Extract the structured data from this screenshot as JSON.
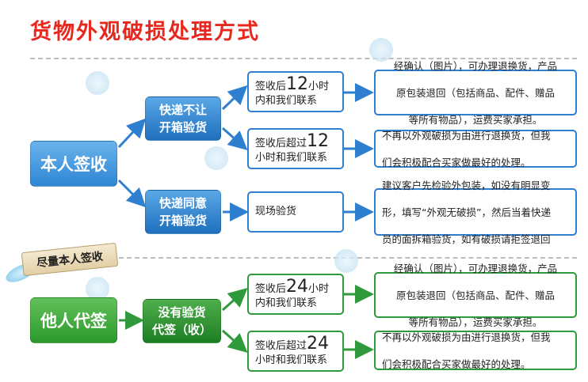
{
  "title": "货物外观破损处理方式",
  "ribbon_label": "尽量本人签收",
  "colors": {
    "title": "#e8281e",
    "blue": "#2f7fd0",
    "green": "#2f9a3c"
  },
  "self_sign": {
    "label": "本人签收",
    "branch_no_inspect": {
      "label_line1": "快递不让",
      "label_line2": "开箱验货",
      "case_12_within": {
        "cond_prefix": "签收后",
        "cond_num": "12",
        "cond_suffix": "小时",
        "cond_line2": "内和我们联系",
        "result_line1": "经确认（图片），可办理退换货，产品",
        "result_line2": "原包装退回（包括商品、配件、赠品",
        "result_line3": "等所有物品），运费买家承担。"
      },
      "case_12_over": {
        "cond_prefix": "签收后超过",
        "cond_num": "12",
        "cond_line2": "小时和我们联系",
        "result_line1": "不再以外观破损为由进行退换货，但我",
        "result_line2": "们会积极配合买家做最好的处理。"
      }
    },
    "branch_inspect": {
      "label_line1": "快递同意",
      "label_line2": "开箱验货",
      "cond": "现场验货",
      "result_line1": "建议客户先检验外包装，如没有明显变",
      "result_line2": "形，填写“外观无破损”，然后当着快递",
      "result_line3": "员的面拆箱验货，如有破损请拒签退回"
    }
  },
  "other_sign": {
    "label": "他人代签",
    "branch": {
      "label_line1": "没有验货",
      "label_line2": "代签（收）",
      "case_24_within": {
        "cond_prefix": "签收后",
        "cond_num": "24",
        "cond_suffix": "小时",
        "cond_line2": "内和我们联系",
        "result_line1": "经确认（图片），可办理退换货，产品",
        "result_line2": "原包装退回（包括商品、配件、赠品",
        "result_line3": "等所有物品），运费买家承担。"
      },
      "case_24_over": {
        "cond_prefix": "签收后超过",
        "cond_num": "24",
        "cond_line2": "小时和我们联系",
        "result_line1": "不再以外观破损为由进行退换货，但我",
        "result_line2": "们会积极配合买家做最好的处理。"
      }
    }
  }
}
